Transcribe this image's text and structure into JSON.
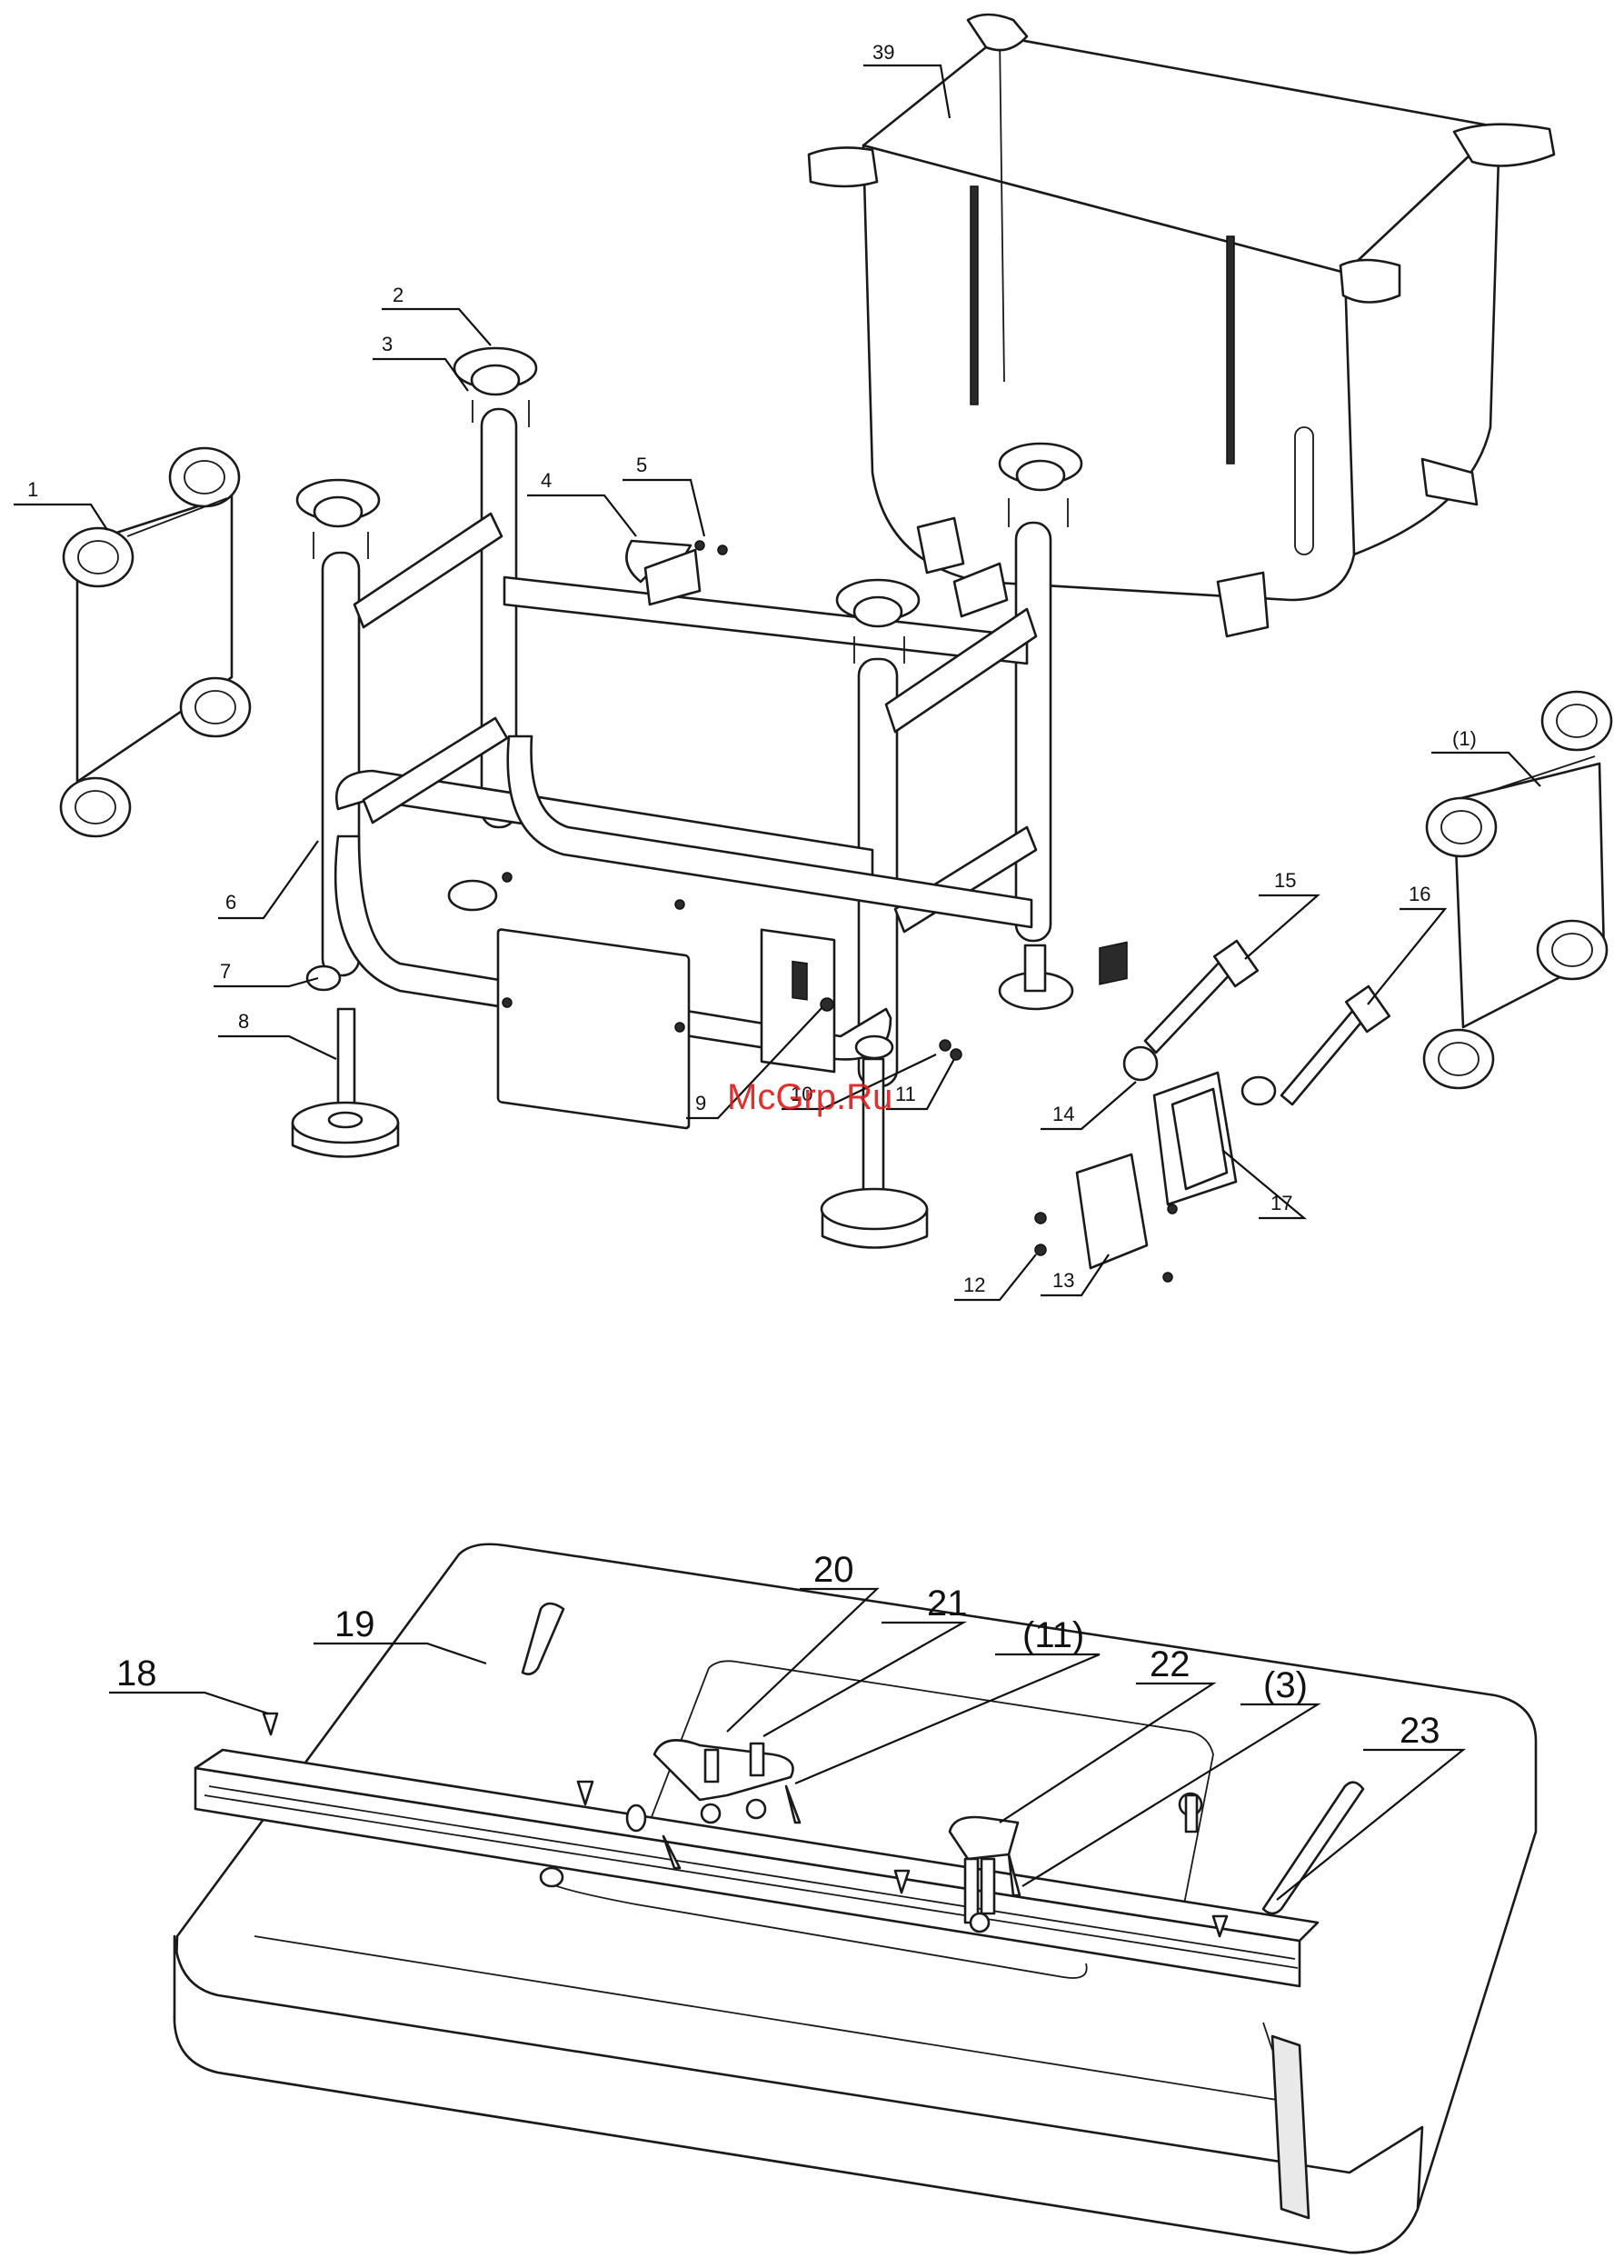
{
  "watermark": "McGrp.Ru",
  "upper_labels": [
    {
      "id": "l39",
      "text": "39"
    },
    {
      "id": "l2",
      "text": "2"
    },
    {
      "id": "l3",
      "text": "3"
    },
    {
      "id": "l1",
      "text": "1"
    },
    {
      "id": "l4",
      "text": "4"
    },
    {
      "id": "l5",
      "text": "5"
    },
    {
      "id": "l1b",
      "text": "(1)"
    },
    {
      "id": "l15",
      "text": "15"
    },
    {
      "id": "l16",
      "text": "16"
    },
    {
      "id": "l6",
      "text": "6"
    },
    {
      "id": "l7",
      "text": "7"
    },
    {
      "id": "l8",
      "text": "8"
    },
    {
      "id": "l9",
      "text": "9"
    },
    {
      "id": "l10",
      "text": "10"
    },
    {
      "id": "l11",
      "text": "11"
    },
    {
      "id": "l14",
      "text": "14"
    },
    {
      "id": "l17",
      "text": "17"
    },
    {
      "id": "l12",
      "text": "12"
    },
    {
      "id": "l13",
      "text": "13"
    }
  ],
  "lower_labels": [
    {
      "id": "l19",
      "text": "19"
    },
    {
      "id": "l20",
      "text": "20"
    },
    {
      "id": "l21",
      "text": "21"
    },
    {
      "id": "l11b",
      "text": "(11)"
    },
    {
      "id": "l18",
      "text": "18"
    },
    {
      "id": "l22",
      "text": "22"
    },
    {
      "id": "l3b",
      "text": "(3)"
    },
    {
      "id": "l23",
      "text": "23"
    }
  ]
}
